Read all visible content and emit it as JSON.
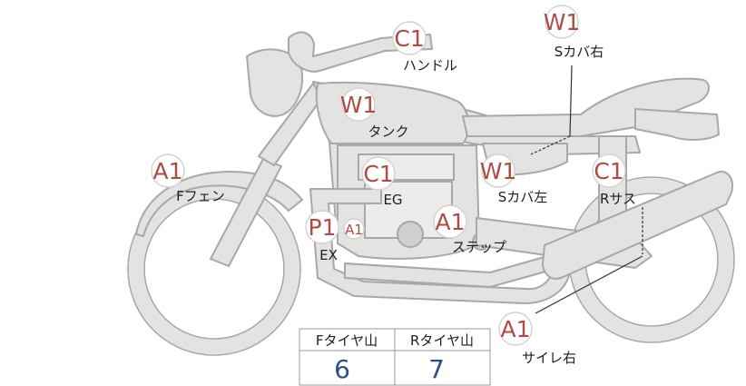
{
  "parts": {
    "handle": {
      "code": "C1",
      "name": "ハンドル"
    },
    "s_cover_r": {
      "code": "W1",
      "name": "Sカバ右"
    },
    "tank": {
      "code": "W1",
      "name": "タンク"
    },
    "f_fender": {
      "code": "A1",
      "name": "Fフェン"
    },
    "engine": {
      "code": "C1",
      "name": "EG"
    },
    "s_cover_l": {
      "code": "W1",
      "name": "Sカバ左"
    },
    "r_susp": {
      "code": "C1",
      "name": "Rサス"
    },
    "exhaust": {
      "code": "P1",
      "name": "EX",
      "extra_code": "A1"
    },
    "step": {
      "code": "A1",
      "name": "ステップ"
    },
    "silencer_r": {
      "code": "A1",
      "name": "サイレ右"
    }
  },
  "tire_table": {
    "headers": [
      "Fタイヤ山",
      "Rタイヤ山"
    ],
    "values": [
      "6",
      "7"
    ]
  },
  "colors": {
    "code_red": "#b04a45",
    "value_blue": "#2f4f8a",
    "body_gray": "#e3e3e1"
  }
}
